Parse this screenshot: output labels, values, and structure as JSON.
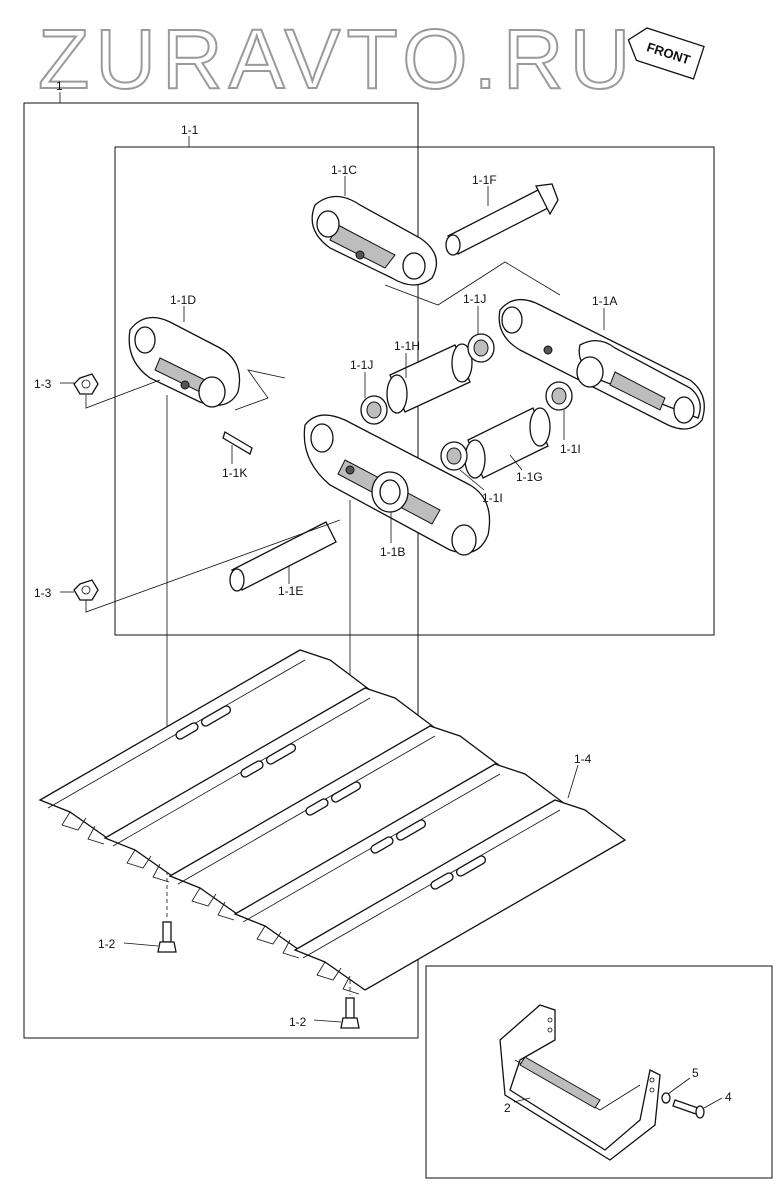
{
  "watermark": "ZURAVTO.RU",
  "front_label": "FRONT",
  "labels": {
    "p1": "1",
    "p1_1": "1-1",
    "p1_1A": "1-1A",
    "p1_1B": "1-1B",
    "p1_1C": "1-1C",
    "p1_1D": "1-1D",
    "p1_1E": "1-1E",
    "p1_1F": "1-1F",
    "p1_1G": "1-1G",
    "p1_1H": "1-1H",
    "p1_1I_a": "1-1I",
    "p1_1I_b": "1-1I",
    "p1_1J_a": "1-1J",
    "p1_1J_b": "1-1J",
    "p1_1K": "1-1K",
    "p1_2_a": "1-2",
    "p1_2_b": "1-2",
    "p1_3_a": "1-3",
    "p1_3_b": "1-3",
    "p1_4": "1-4",
    "p2": "2",
    "p4": "4",
    "p5": "5"
  },
  "colors": {
    "line": "#111111",
    "watermark": "#9a9a9a",
    "shade": "#bdbdbd"
  }
}
